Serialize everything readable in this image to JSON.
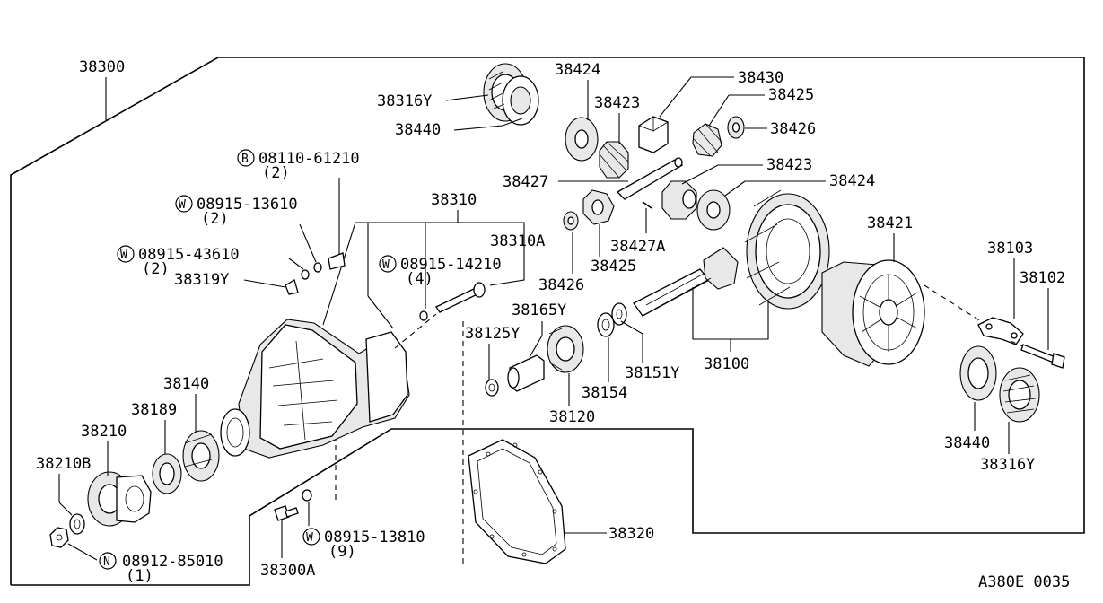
{
  "diagram_code": "A380E 0035",
  "labels": {
    "l38300": "38300",
    "l38310": "38310",
    "l38310A": "38310A",
    "l38316Y_top": "38316Y",
    "l38440_top": "38440",
    "l38424_top": "38424",
    "l38423_top": "38423",
    "l38430": "38430",
    "l38425_top": "38425",
    "l38426_right": "38426",
    "l38427": "38427",
    "l38423_mid": "38423",
    "l38424_mid": "38424",
    "l38427A": "38427A",
    "l38425_mid": "38425",
    "l38426_mid": "38426",
    "l38421": "38421",
    "l38103": "38103",
    "l38102": "38102",
    "l38165Y": "38165Y",
    "l38125Y": "38125Y",
    "l38151Y": "38151Y",
    "l38154": "38154",
    "l38100": "38100",
    "l38120": "38120",
    "l38440_right": "38440",
    "l38316Y_right": "38316Y",
    "l38140": "38140",
    "l38189": "38189",
    "l38210": "38210",
    "l38210B": "38210B",
    "l38320": "38320",
    "l38300A": "38300A",
    "l38319Y": "38319Y"
  },
  "callouts": {
    "b08110": {
      "prefix": "B",
      "part": "08110-61210",
      "qty": "(2)"
    },
    "w08915_13610": {
      "prefix": "W",
      "part": "08915-13610",
      "qty": "(2)"
    },
    "w08915_43610": {
      "prefix": "W",
      "part": "08915-43610",
      "qty": "(2)"
    },
    "w08915_14210": {
      "prefix": "W",
      "part": "08915-14210",
      "qty": "(4)"
    },
    "w08915_13810": {
      "prefix": "W",
      "part": "08915-13810",
      "qty": "(9)"
    },
    "n08912": {
      "prefix": "N",
      "part": "08912-85010",
      "qty": "(1)"
    }
  }
}
